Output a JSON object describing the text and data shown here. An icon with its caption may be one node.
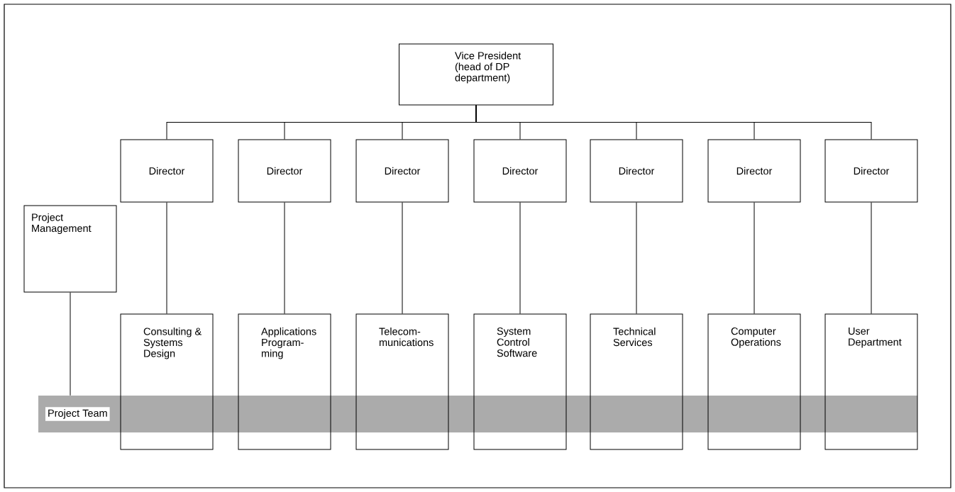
{
  "diagram": {
    "nodes": [
      {
        "text": [
          "Vice President (head of DP department)"
        ]
      },
      {
        "text": [
          "Director"
        ]
      },
      {
        "text": [
          "Director"
        ]
      },
      {
        "text": [
          "Director"
        ]
      },
      {
        "text": [
          "Director"
        ]
      },
      {
        "text": [
          "Director"
        ]
      },
      {
        "text": [
          "Director"
        ]
      },
      {
        "text": [
          "Director"
        ]
      },
      {
        "text": [
          "Project Management"
        ]
      },
      {
        "text": [
          "Project Team"
        ]
      },
      {
        "text": [
          "Consulting & Systems Design"
        ]
      },
      {
        "text": [
          "Applications Program-ming"
        ]
      },
      {
        "text": [
          "Telecom-munications"
        ]
      },
      {
        "text": [
          "System Control Software"
        ]
      },
      {
        "text": [
          "Technical Services"
        ]
      },
      {
        "text": [
          "Computer Operations"
        ]
      },
      {
        "text": [
          "User Department"
        ]
      }
    ],
    "edges": [
      {
        "from": 0,
        "to": 1,
        "arrow": "none"
      },
      {
        "from": 0,
        "to": 2,
        "arrow": "none"
      },
      {
        "from": 0,
        "to": 3,
        "arrow": "none"
      },
      {
        "from": 0,
        "to": 4,
        "arrow": "none"
      },
      {
        "from": 0,
        "to": 5,
        "arrow": "none"
      },
      {
        "from": 0,
        "to": 6,
        "arrow": "none"
      },
      {
        "from": 0,
        "to": 7,
        "arrow": "none"
      },
      {
        "from": 1,
        "to": 10,
        "arrow": "none"
      },
      {
        "from": 2,
        "to": 11,
        "arrow": "none"
      },
      {
        "from": 3,
        "to": 12,
        "arrow": "none"
      },
      {
        "from": 4,
        "to": 13,
        "arrow": "none"
      },
      {
        "from": 5,
        "to": 14,
        "arrow": "none"
      },
      {
        "from": 6,
        "to": 15,
        "arrow": "none"
      },
      {
        "from": 7,
        "to": 16,
        "arrow": "none"
      },
      {
        "from": 8,
        "to": 9,
        "arrow": "none"
      }
    ]
  }
}
